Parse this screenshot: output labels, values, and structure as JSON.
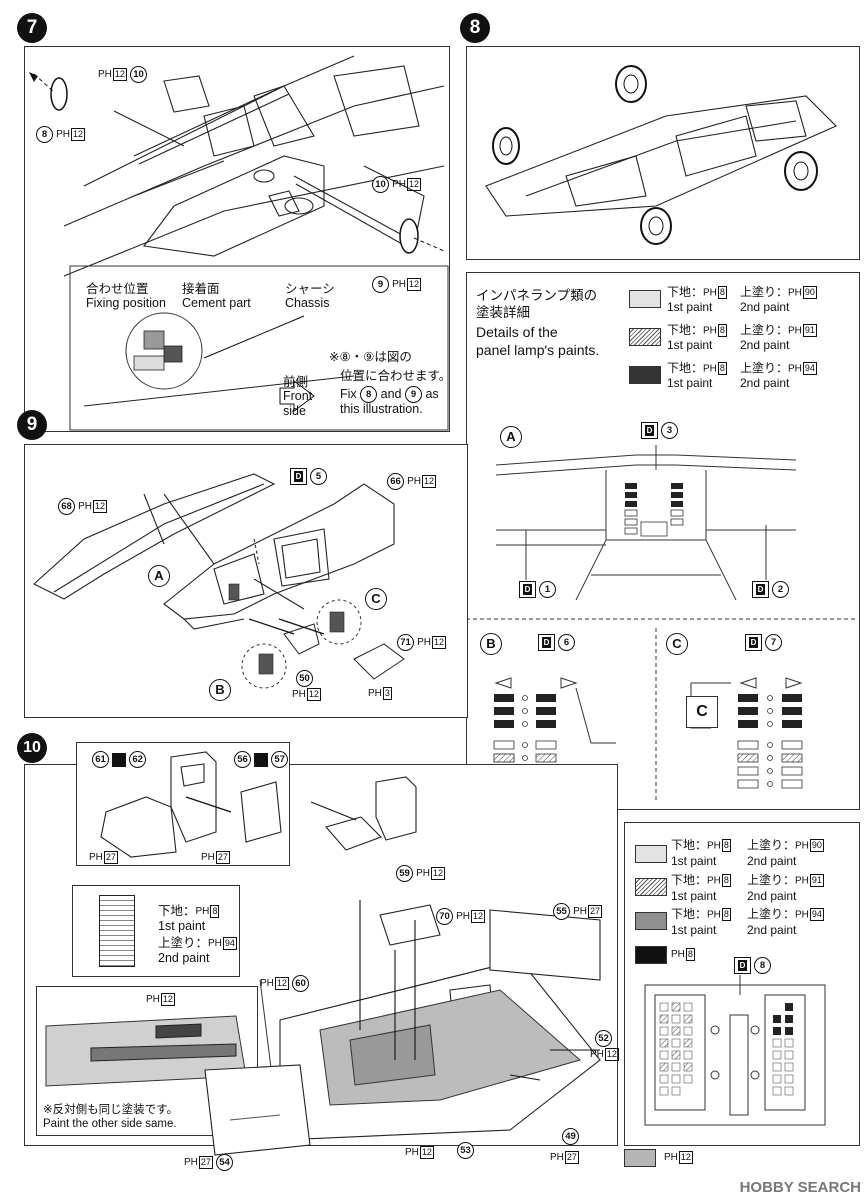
{
  "steps": {
    "s7": "7",
    "s8": "8",
    "s9": "9",
    "s10": "10"
  },
  "ph_prefix": "PH",
  "step7": {
    "part_10_a": "10",
    "ph_10_a": "12",
    "part_8": "8",
    "ph_8": "12",
    "part_10_b": "10",
    "ph_10_b": "12",
    "part_9": "9",
    "ph_9": "12",
    "fixing_jp": "合わせ位置",
    "fixing_en": "Fixing position",
    "cement_jp": "接着面",
    "cement_en": "Cement part",
    "chassis_jp": "シャーシ",
    "chassis_en": "Chassis",
    "front_jp": "前側",
    "front_en1": "Front",
    "front_en2": "side",
    "note_jp1": "※⑧・⑨は図の",
    "note_jp2": "位置に合わせます。",
    "note_en1a": "Fix",
    "note_en1b": "and",
    "note_en1c": "as",
    "note_en2": "this illustration.",
    "note_n8": "8",
    "note_n9": "9"
  },
  "paint_details": {
    "title_jp1": "インパネランプ類の",
    "title_jp2": "塗装詳細",
    "title_en1": "Details of the",
    "title_en2": "panel lamp's paints.",
    "rows": [
      {
        "base_jp": "下地：",
        "base_ph": "8",
        "base_en": "1st paint",
        "top_jp": "上塗り：",
        "top_ph": "90",
        "top_en": "2nd paint"
      },
      {
        "base_jp": "下地：",
        "base_ph": "8",
        "base_en": "1st paint",
        "top_jp": "上塗り：",
        "top_ph": "91",
        "top_en": "2nd paint"
      },
      {
        "base_jp": "下地：",
        "base_ph": "8",
        "base_en": "1st paint",
        "top_jp": "上塗り：",
        "top_ph": "94",
        "top_en": "2nd paint"
      }
    ],
    "label_A": "A",
    "label_B": "B",
    "label_C": "C",
    "label_C_inner": "C",
    "d3": "3",
    "d1": "1",
    "d2": "2",
    "d6": "6",
    "d7": "7"
  },
  "step9": {
    "part_68": "68",
    "ph_68": "12",
    "d5": "5",
    "part_66": "66",
    "ph_66": "12",
    "label_A": "A",
    "label_C": "C",
    "part_71": "71",
    "ph_71": "12",
    "label_B": "B",
    "part_50": "50",
    "ph_50": "12",
    "ph_3": "3"
  },
  "step10": {
    "part_61": "61",
    "part_62": "62",
    "part_56": "56",
    "part_57": "57",
    "ph_seat_a": "27",
    "ph_seat_b": "27",
    "part_59": "59",
    "ph_59": "12",
    "part_70": "70",
    "ph_70": "12",
    "part_55": "55",
    "ph_55": "27",
    "strip_base_jp": "下地：",
    "strip_base_ph": "8",
    "strip_base_en": "1st paint",
    "strip_top_jp": "上塗り：",
    "strip_top_ph": "94",
    "strip_top_en": "2nd paint",
    "part_60": "60",
    "ph_60": "12",
    "door_ph": "12",
    "door_note_jp": "※反対側も同じ塗装です。",
    "door_note_en": "Paint the other side same.",
    "part_52": "52",
    "ph_52": "12",
    "part_53": "53",
    "ph_53": "12",
    "part_49": "49",
    "ph_49": "27",
    "part_54": "54",
    "ph_54": "27",
    "legend": [
      {
        "base_jp": "下地：",
        "base_ph": "8",
        "base_en": "1st paint",
        "top_jp": "上塗り：",
        "top_ph": "90",
        "top_en": "2nd paint"
      },
      {
        "base_jp": "下地：",
        "base_ph": "8",
        "base_en": "1st paint",
        "top_jp": "上塗り：",
        "top_ph": "91",
        "top_en": "2nd paint"
      },
      {
        "base_jp": "下地：",
        "base_ph": "8",
        "base_en": "1st paint",
        "top_jp": "上塗り：",
        "top_ph": "94",
        "top_en": "2nd paint"
      }
    ],
    "legend_black_ph": "8",
    "d8": "8",
    "gray_ph": "12"
  },
  "watermark": "HOBBY SEARCH",
  "colors": {
    "light_gray": "#e3e3e3",
    "dark": "#333333",
    "black": "#111111",
    "mid_gray": "#b5b5b5"
  }
}
